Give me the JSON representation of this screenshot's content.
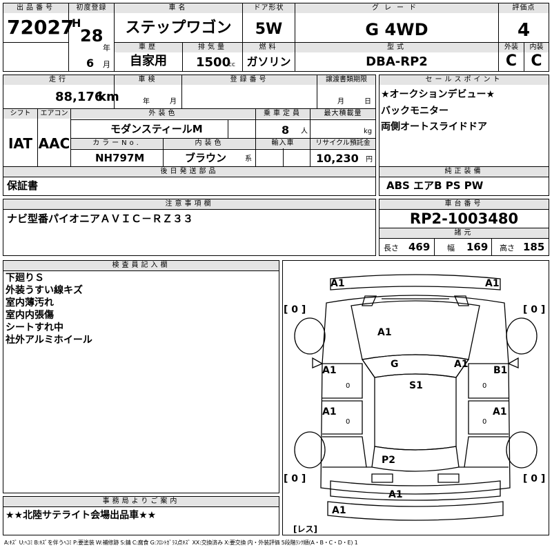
{
  "header": {
    "lot_no_label": "出品番号",
    "lot_no": "72027",
    "first_reg_label": "初度登録",
    "era": "H",
    "year": "28",
    "year_unit": "年",
    "month": "6",
    "month_unit": "月",
    "car_name_label": "車名",
    "car_name": "ステップワゴン",
    "door_label": "ドア形状",
    "door": "5W",
    "grade_label": "グレード",
    "grade": "G 4WD",
    "score_label": "評価点",
    "score": "4",
    "history_label": "車歴",
    "history": "自家用",
    "displacement_label": "排気量",
    "displacement": "1500",
    "displacement_unit": "cc",
    "fuel_label": "燃料",
    "fuel": "ガソリン",
    "model_label": "型式",
    "model": "DBA-RP2",
    "exterior_label": "外装",
    "exterior": "C",
    "interior_label": "内装",
    "interior": "C"
  },
  "info": {
    "mileage_label": "走行",
    "mileage": "88,176",
    "mileage_unit": "km",
    "inspection_label": "車検",
    "insp_year_unit": "年",
    "insp_month_unit": "月",
    "reg_no_label": "登録番号",
    "transfer_label": "譲渡書類期限",
    "transfer_month_unit": "月",
    "transfer_day_unit": "日",
    "shift_label": "シフト",
    "shift": "IAT",
    "aircon_label": "エアコン",
    "aircon": "AAC",
    "ext_color_label": "外装色",
    "ext_color": "モダンスティールM",
    "capacity_label": "乗車定員",
    "capacity": "8",
    "capacity_unit": "人",
    "max_load_label": "最大積載量",
    "max_load_unit": "kg",
    "color_no_label": "カラーNo.",
    "color_no": "NH797M",
    "int_color_label": "内装色",
    "int_color": "ブラウン",
    "int_color_suffix": "系",
    "import_label": "輸入車",
    "recycle_label": "リサイクル預託金",
    "recycle": "10,230",
    "recycle_unit": "円",
    "later_parts_label": "後日発送部品",
    "later_parts": "保証書",
    "notes_label": "注意事項欄",
    "notes": "ナビ型番パイオニアＡＶＩＣ－ＲＺ３３"
  },
  "sales": {
    "label": "セールスポイント",
    "points": [
      "★オークションデビュー★",
      "バックモニター",
      "両側オートスライドドア"
    ]
  },
  "equipment": {
    "label": "純正装備",
    "value": "ABS エアB PS PW"
  },
  "chassis": {
    "label": "車台番号",
    "value": "RP2-1003480"
  },
  "specs": {
    "label": "諸元",
    "length_label": "長さ",
    "length": "469",
    "width_label": "幅",
    "width": "169",
    "height_label": "高さ",
    "height": "185"
  },
  "inspector": {
    "label": "検査員記入欄",
    "lines": [
      "下廻りＳ",
      "外装うすい線キズ",
      "室内薄汚れ",
      "室内内張傷",
      "シートすれ中",
      "社外アルミホイール"
    ]
  },
  "office": {
    "label": "事務局よりご案内",
    "value": "★★北陸サテライト会場出品車★★"
  },
  "diagram": {
    "marks": {
      "front_left": "A1",
      "front_right": "A1",
      "hood": "A1",
      "windshield": "G",
      "roof": "S1",
      "left_front_door": "A1",
      "right_front_door": "B1",
      "left_rear_door": "A1",
      "right_rear_door": "A1",
      "pillar_right": "A1",
      "rear_glass": "P2",
      "rear_gate": "A1",
      "rear_bumper": "A1"
    },
    "tire_labels": [
      "[ 0 ]",
      "[ 0 ]",
      "[ 0 ]",
      "[ 0 ]"
    ],
    "tire_small": [
      "0",
      "0",
      "0",
      "0"
    ],
    "spare_label": "[レス]"
  },
  "legend": "A:ｷｽﾞ U:ﾍｺﾐ B:ｷｽﾞを伴うﾍｺﾐ P:要塗装 W:補修跡 S:錆 C:腐食 G:ﾌﾛﾝﾄｶﾞﾗｽ点ｷｽﾞ XX:交換済み X:要交換 内・外装評価 5段階ﾗﾝｸ順(A・B・C・D・E) 1"
}
